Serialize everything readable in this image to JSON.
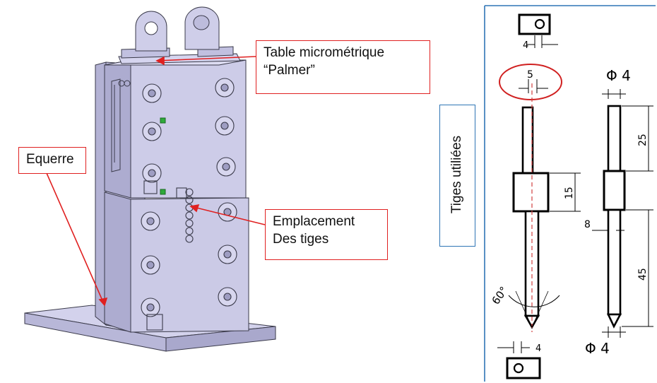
{
  "callouts": {
    "table": [
      "Table micrométrique",
      "“Palmer”"
    ],
    "equerre": "Equerre",
    "emplacement": [
      "Emplacement",
      "Des tiges"
    ]
  },
  "side_label": "Tiges utiliées",
  "dimensions": {
    "sensor_width_top": "4",
    "rod_width_circled": "5",
    "diameter_top": "Φ 4",
    "length_top": "25",
    "collar_height": "15",
    "collar_offset": "8",
    "length_bottom": "45",
    "tip_angle": "60°",
    "sensor_width_bottom": "4",
    "diameter_bottom": "Φ 4"
  },
  "colors": {
    "callout_border": "#e02020",
    "leader_line": "#e02020",
    "frame_blue": "#2f75b5",
    "model_face": "#c9c8e6",
    "model_edge": "#3a3a4a"
  }
}
